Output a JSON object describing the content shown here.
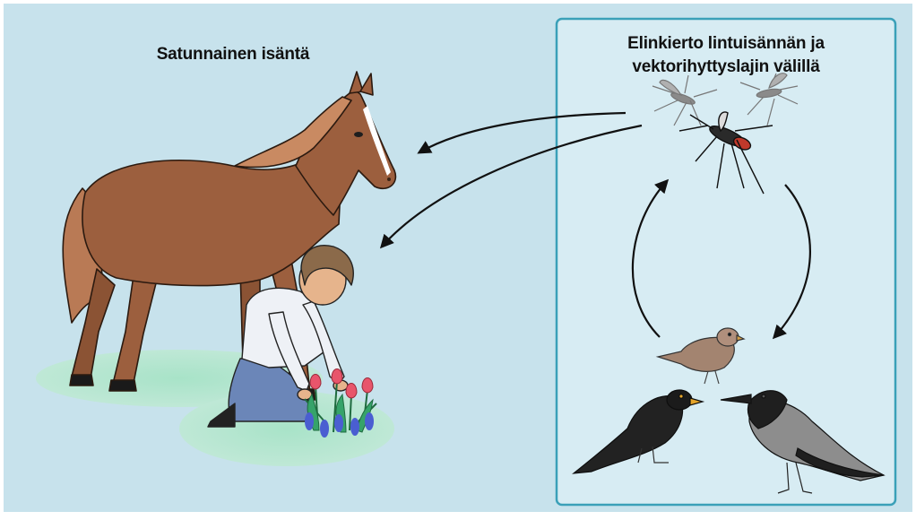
{
  "diagram": {
    "accidental_host_label": "Satunnainen isäntä",
    "cycle_box": {
      "title_line1": "Elinkierto lintuisännän ja",
      "title_line2": "vektorihyttyslajin välillä"
    }
  },
  "colors": {
    "background": "#c7e2ec",
    "box_border": "#3aa0b8",
    "box_fill": "#d7ecf3",
    "grass": "#9fdcc0",
    "horse": "#9c5f3e",
    "arrow": "#111111"
  },
  "icons": [
    "horse-illustration",
    "gardener-illustration",
    "mosquito-icon",
    "sparrow-icon",
    "blackbird-icon",
    "hooded-crow-icon"
  ]
}
